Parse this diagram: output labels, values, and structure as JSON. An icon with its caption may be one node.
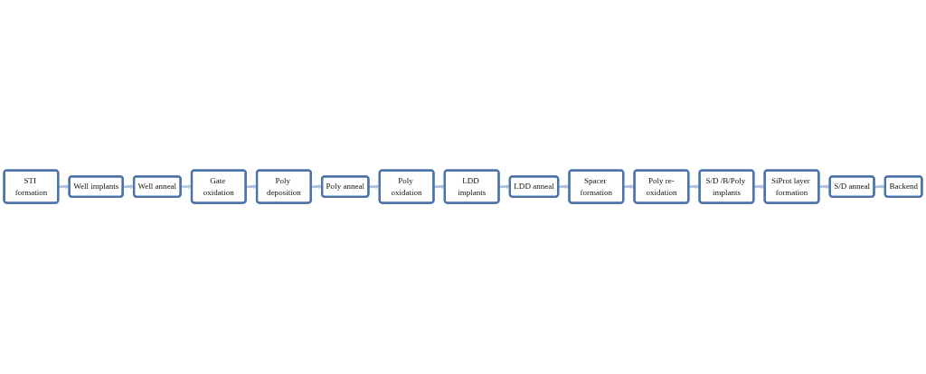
{
  "diagram": {
    "nodes": [
      {
        "text": [
          "STI formation"
        ]
      },
      {
        "text": [
          "Well implants"
        ]
      },
      {
        "text": [
          "Well anneal"
        ]
      },
      {
        "text": [
          "Gate oxidation"
        ]
      },
      {
        "text": [
          "Poly deposition"
        ]
      },
      {
        "text": [
          "Spacer formation"
        ]
      },
      {
        "text": [
          "LDD anneal"
        ]
      },
      {
        "text": [
          "LDD implants"
        ]
      },
      {
        "text": [
          "Poly oxidation"
        ]
      },
      {
        "text": [
          "Poly anneal"
        ]
      },
      {
        "text": [
          "Poly re-oxidation"
        ]
      },
      {
        "text": [
          "S/D /B/Poly implants"
        ]
      },
      {
        "text": [
          "SiProt layer formation"
        ]
      },
      {
        "text": [
          "S/D anneal"
        ]
      },
      {
        "text": [
          "Backend"
        ]
      }
    ],
    "edges": [
      {
        "from": 0,
        "to": 1,
        "arrow": "to"
      },
      {
        "from": 1,
        "to": 2,
        "arrow": "to"
      },
      {
        "from": 2,
        "to": 3,
        "arrow": "to",
        "color": "#b8cce4"
      },
      {
        "from": 3,
        "to": 4,
        "arrow": "to"
      },
      {
        "from": 4,
        "to": 9,
        "arrow": "to"
      },
      {
        "from": 9,
        "to": 8,
        "arrow": "to"
      },
      {
        "from": 8,
        "to": 7,
        "arrow": "to"
      },
      {
        "from": 7,
        "to": 6,
        "arrow": "to"
      },
      {
        "from": 6,
        "to": 5,
        "arrow": "to"
      },
      {
        "from": 5,
        "to": 10,
        "arrow": "to"
      },
      {
        "from": 10,
        "to": 11,
        "arrow": "to"
      },
      {
        "from": 11,
        "to": 12,
        "arrow": "to"
      },
      {
        "from": 12,
        "to": 13,
        "arrow": "to"
      },
      {
        "from": 13,
        "to": 14,
        "arrow": "to"
      }
    ]
  }
}
